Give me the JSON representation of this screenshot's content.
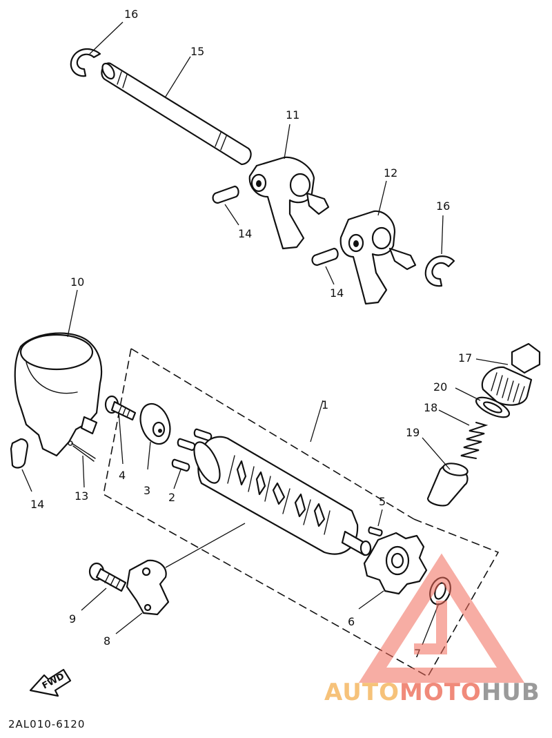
{
  "diagram": {
    "drawing_code": "2AL010-6120",
    "fwd_label": "FWD",
    "part_callouts": {
      "c1": "1",
      "c2": "2",
      "c3": "3",
      "c4": "4",
      "c5": "5",
      "c6": "6",
      "c7": "7",
      "c8": "8",
      "c9": "9",
      "c10": "10",
      "c11": "11",
      "c12": "12",
      "c13": "13",
      "c14a": "14",
      "c14b": "14",
      "c14c": "14",
      "c15": "15",
      "c16a": "16",
      "c16b": "16",
      "c17": "17",
      "c18": "18",
      "c19": "19",
      "c20": "20"
    }
  },
  "watermark": {
    "part1": "AUTO",
    "part2": "MOTO",
    "part3": "HUB",
    "colors": {
      "part1": "#f6c27a",
      "part2": "#f08a7a",
      "part3": "#9a9a9a"
    }
  }
}
